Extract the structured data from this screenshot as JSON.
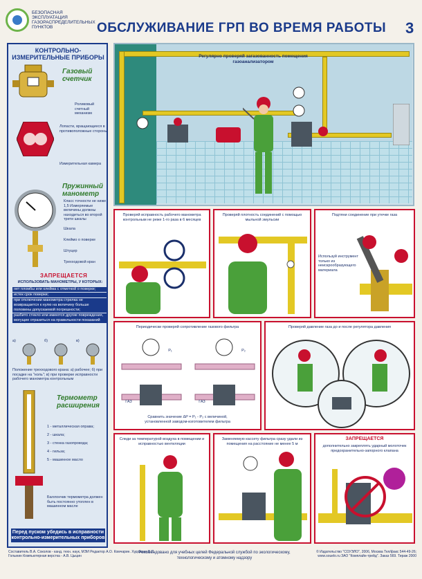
{
  "header": {
    "series": "БЕЗОПАСНАЯ ЭКСПЛУАТАЦИЯ ГАЗОРАСПРЕДЕЛИТЕЛЬНЫХ ПУНКТОВ",
    "title": "ОБСЛУЖИВАНИЕ ГРП ВО ВРЕМЯ РАБОТЫ",
    "page_number": "3"
  },
  "left_column": {
    "title": "КОНТРОЛЬНО-ИЗМЕРИТЕЛЬНЫЕ ПРИБОРЫ",
    "gas_meter": {
      "heading": "Газовый счетчик",
      "label_mechanism": "Роликовый счетный механизм",
      "label_blades": "Лопасти, вращающиеся в противоположные стороны",
      "label_chamber": "Измерительная камера"
    },
    "manometer": {
      "heading": "Пружинный манометр",
      "accuracy": "Класс точности не ниже 1,5 Измеряемые величины должны находиться во второй трети шкалы",
      "labels": [
        "Шкала",
        "Клеймо о поверке",
        "Штуцер",
        "Трехходовой кран"
      ]
    },
    "forbidden_title": "ЗАПРЕЩАЕТСЯ",
    "forbidden_intro": "ИСПОЛЬЗОВАТЬ МАНОМЕТРЫ, У КОТОРЫХ:",
    "forbidden_items": [
      "нет пломбы или клейма с отметкой о поверке;",
      "истек срок поверки;",
      "при отключении манометра стрелка не возвращается к нулю на величину больше половины допускаемой погрешности;",
      "разбито стекло или имеются другие повреждения, могущие отразиться на правильности показаний"
    ],
    "valve_letters": [
      "а)",
      "б)",
      "в)"
    ],
    "valve_caption": "Положение трехходового крана: а) рабочее; б) при посадке на \"ноль\"; в) при проверке исправности рабочего манометра контрольным",
    "thermometer": {
      "heading": "Термометр расширения",
      "parts": [
        "1 - металлическая оправа;",
        "2 - шкала;",
        "3 - стенка газопровода;",
        "4 - гильза;",
        "5 - машинное масло"
      ],
      "note": "Баллончик термометра должен быть постоянно утоплен в машинном масле"
    },
    "bottom_note": "Перед пуском убедись в исправности контрольно-измерительных приборов"
  },
  "main_scene": {
    "banner": "Регулярно проверяй загазованность помещения газоанализатором"
  },
  "panels": [
    {
      "id": "manometer-check",
      "text": "Проверяй исправность рабочего манометра контрольным не реже 1-го раза в 6 месяцев"
    },
    {
      "id": "soap-check",
      "text": "Проверяй плотность соединений с помощью мыльной эмульсии"
    },
    {
      "id": "tighten",
      "text": "Подтяни соединение при утечке газа",
      "note": "Используй инструмент только из неискрообразующего материала"
    },
    {
      "id": "filter-resistance",
      "text": "Периодически проверяй сопротивление газового фильтра",
      "p1": "P₁",
      "p2": "P₂",
      "gas1": "ГАЗ",
      "gas2": "ГАЗ",
      "formula": "Сравнить значение ΔP = P₁ - P₂ с величиной, установленной заводом-изготовителем фильтра"
    },
    {
      "id": "pressure-check",
      "text": "Проверяй давление газа до и после регулятора давления"
    },
    {
      "id": "temperature",
      "text": "Следи за температурой воздуха в помещении и исправностью вентиляции"
    },
    {
      "id": "filter-cassette",
      "text": "Заменяемую кассету фильтра сразу удали из помещения на расстояние не менее 5 м"
    },
    {
      "id": "forbidden-hammer",
      "title": "ЗАПРЕЩАЕТСЯ",
      "text": "дополнительно закреплять ударный молоточек предохранительно-запорного клапана"
    }
  ],
  "footer": {
    "credits": "Составитель В.А. Соколов - канд. техн. наук, МЭИ Редактор А.О. Комчарин. Художник В.П. Голынин Компьютерная верстка - А.В. Цыцин",
    "recommendation": "Рекомендовано для учебных целей Федеральной службой по экологическому, технологическому и атомному надзору",
    "publisher": "© Издательство \"СОУЭЛО\", 2006, Москва Тел/факс 544-49-26; www.souelo.ru ЗАО \"Комплайн-трейд\". Заказ 569. Тираж 2000"
  },
  "colors": {
    "accent": "#1a3a8a",
    "danger": "#c8102e",
    "pipe": "#e3c824",
    "worker": "#4aa03a"
  }
}
